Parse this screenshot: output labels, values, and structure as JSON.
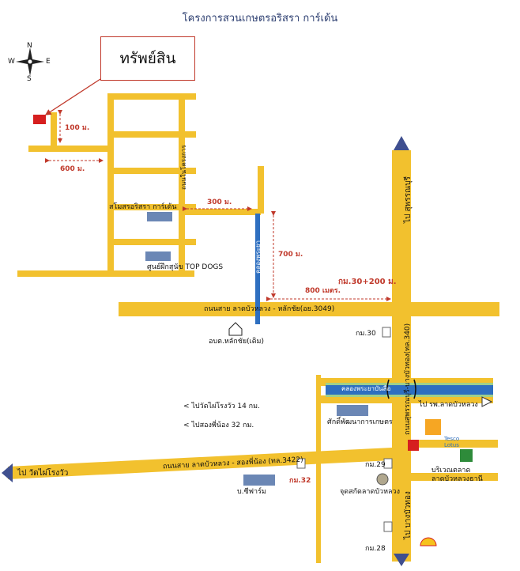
{
  "title": "โครงการสวนเกษตรอริสรา การ์เด้น",
  "compass": {
    "n": "N",
    "s": "S",
    "e": "E",
    "w": "W"
  },
  "callout": "ทรัพย์สิน",
  "distances": {
    "d100": "100 ม.",
    "d600": "600 ม.",
    "d300": "300 ม.",
    "d700": "700 ม.",
    "d800": "800 เมตร.",
    "km30_200": "กม.30+200 ม."
  },
  "places": {
    "arisara": "สโมสรอริสรา การ์เด้น",
    "topdogs": "ศูนย์ฝึกสุนัข TOP DOGS",
    "obt": "อบต.หลักชัย(เดิม)",
    "sakdi": "ศักดิ์พัฒนาการเกษตร",
    "bcfarm": "บ.ซีฟาร์ม",
    "intersection": "จุดสกัดลาดบัวหลวง",
    "market": "บริเวณตลาด\nลาดบัวหลวงธานี",
    "lotus": "Tesco\nLotus"
  },
  "km_markers": {
    "km30": "กม.30",
    "km29": "กม.29",
    "km32": "กม.32",
    "km28": "กม.28"
  },
  "roads": {
    "lak_chai": "ถนนสาย ลาดบัวหลวง - หลักชัย(อย.3049)",
    "song_phi_nong": "ถนนสาย ลาดบัวหลวง - สองพี่น้อง (ทล.3422)",
    "suphanburi_bangbuathong": "ถนนสุพรรณบุรี-บางบัวทอง(ทล.340)",
    "to_suphanburi": "ไป สุพรรณบุรี",
    "to_bangbuathong": "ไป บางบัวทอง",
    "to_wat_rai_khing": "ไป วัดไผ่โรงวัว",
    "to_hospital": "ไป รพ.ลาดบัวหลวง",
    "soi_khrong": "ถนนในโครงการ",
    "canal_vert": "คลองพระยา",
    "canal_horiz": "คลองพระยาบันลือ"
  },
  "notes": {
    "note1": "< ไปวัดไผ่โรงวัว 14 กม.",
    "note2": "< ไปสองพี่น้อง  32 กม."
  },
  "colors": {
    "road": "#f2c12e",
    "road_edge": "#e0a818",
    "canal": "#2e6fc0",
    "canal_strip": "#9fd08a",
    "marker": "#c0392b",
    "arrow": "#3f4f8f"
  }
}
